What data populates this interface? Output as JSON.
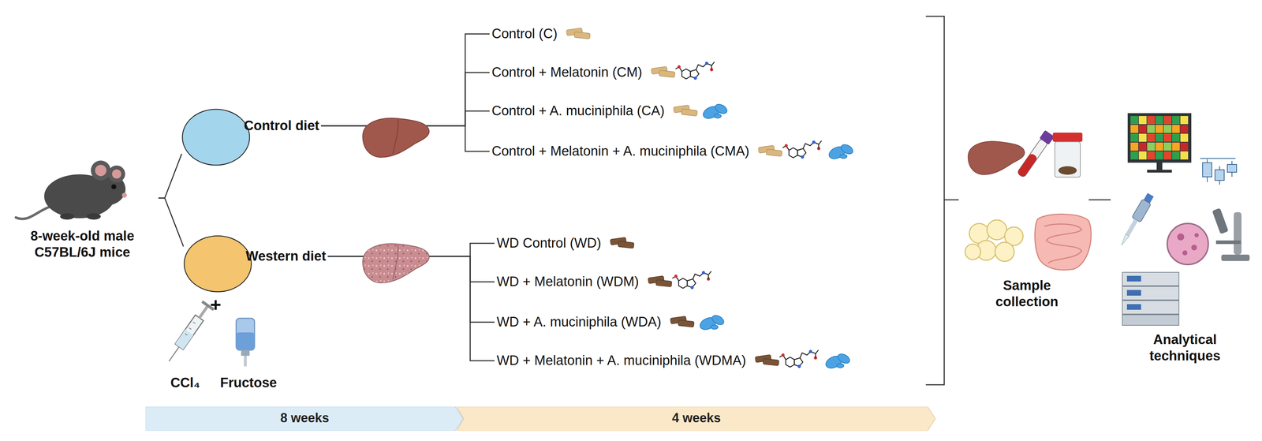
{
  "diagram": {
    "nodes": [
      {
        "text": [
          "8-week-old male C57BL/6J mice"
        ]
      },
      {
        "text": [
          "Control diet"
        ]
      },
      {
        "text": [
          "Western diet"
        ]
      },
      {
        "text": [
          "Control (C)"
        ]
      },
      {
        "text": [
          "Control + Melatonin (CM)"
        ]
      },
      {
        "text": [
          "Control + A. muciniphila (CA)"
        ]
      },
      {
        "text": [
          "Control + Melatonin + A. muciniphila (CMA)"
        ]
      },
      {
        "text": [
          "WD Control (WD)"
        ]
      },
      {
        "text": [
          "WD + Melatonin (WDM)"
        ]
      },
      {
        "text": [
          "WD + A. muciniphila (WDA)"
        ]
      },
      {
        "text": [
          "WD + Melatonin + A. muciniphila (WDMA)"
        ]
      },
      {
        "text": [
          "Sample collection"
        ]
      },
      {
        "text": [
          "Analytical techniques"
        ]
      },
      {
        "text": [
          "8 weeks"
        ]
      },
      {
        "text": [
          "4 weeks"
        ]
      }
    ],
    "edges": [
      {
        "from": 0,
        "to": 1,
        "arrow": "none"
      },
      {
        "from": 0,
        "to": 2,
        "arrow": "none"
      },
      {
        "from": 1,
        "to": 3,
        "arrow": "none"
      },
      {
        "from": 1,
        "to": 4,
        "arrow": "none"
      },
      {
        "from": 1,
        "to": 5,
        "arrow": "none"
      },
      {
        "from": 1,
        "to": 6,
        "arrow": "none"
      },
      {
        "from": 2,
        "to": 7,
        "arrow": "none"
      },
      {
        "from": 2,
        "to": 8,
        "arrow": "none"
      },
      {
        "from": 2,
        "to": 9,
        "arrow": "none"
      },
      {
        "from": 2,
        "to": 10,
        "arrow": "none"
      },
      {
        "from": 11,
        "to": 12,
        "arrow": "none"
      }
    ],
    "labels": [
      "+",
      "CCl₄",
      "Fructose"
    ]
  }
}
